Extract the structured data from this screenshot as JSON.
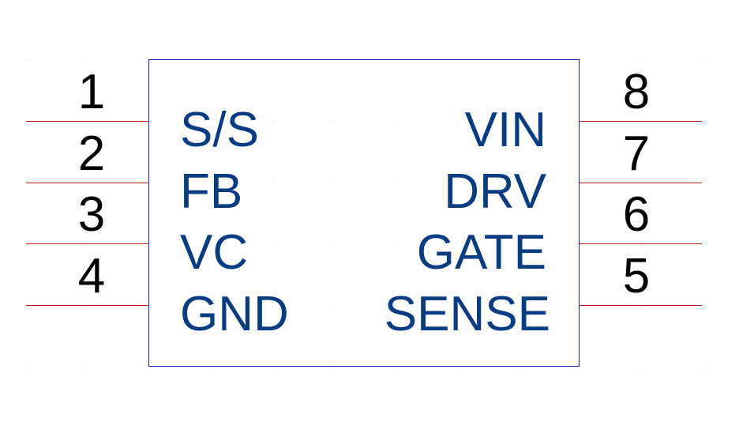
{
  "component": {
    "pins_left": [
      {
        "number": "1",
        "name": "S/S"
      },
      {
        "number": "2",
        "name": "FB"
      },
      {
        "number": "3",
        "name": "VC"
      },
      {
        "number": "4",
        "name": "GND"
      }
    ],
    "pins_right": [
      {
        "number": "8",
        "name": "VIN"
      },
      {
        "number": "7",
        "name": "DRV"
      },
      {
        "number": "6",
        "name": "GATE"
      },
      {
        "number": "5",
        "name": "SENSE"
      }
    ]
  },
  "colors": {
    "body_outline": "#1c1cb4",
    "pin_line": "#c01818",
    "pin_name": "#0a3c82",
    "pin_number": "#000000",
    "grid_dot": "#d8d8d8"
  }
}
